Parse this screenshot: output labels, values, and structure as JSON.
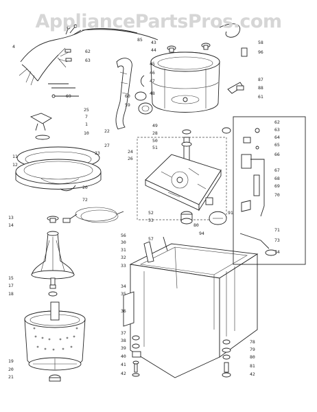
{
  "watermark": "AppliancePartsPros.com",
  "callouts": {
    "l_4": "4",
    "l_62": "62",
    "l_63": "63",
    "l_69": "69",
    "l_25": "25",
    "l_7": "7",
    "l_1": "1",
    "l_10": "10",
    "l_22": "22",
    "l_27": "27",
    "l_23": "23",
    "l_24": "24",
    "l_26": "26",
    "l_11": "11",
    "l_12": "12",
    "l_20b": "20",
    "l_72": "72",
    "l_13": "13",
    "l_14": "14",
    "l_15": "15",
    "l_17": "17",
    "l_18": "18",
    "l_19": "19",
    "l_20": "20",
    "l_21": "21",
    "l_85": "85",
    "l_43": "43",
    "l_44": "44",
    "l_45": "45",
    "l_46": "46",
    "l_47": "47",
    "l_48": "48",
    "l_60": "60",
    "l_59": "59",
    "l_49": "49",
    "l_28": "28",
    "l_50": "50",
    "l_51": "51",
    "l_52": "52",
    "l_53": "53",
    "l_80": "80",
    "l_91": "91",
    "l_94": "94",
    "l_56": "56",
    "l_57": "57",
    "l_30": "30",
    "l_31": "31",
    "l_32": "32",
    "l_33": "33",
    "l_34": "34",
    "l_35": "35",
    "l_36": "36",
    "l_37": "37",
    "l_38": "38",
    "l_39": "39",
    "l_40": "40",
    "l_41": "41",
    "l_42": "42",
    "l_58": "58",
    "l_96": "96",
    "l_87": "87",
    "l_88": "88",
    "l_61": "61",
    "l_62b": "62",
    "l_63b": "63",
    "l_64": "64",
    "l_65": "65",
    "l_66": "66",
    "l_67": "67",
    "l_68": "68",
    "l_69b": "69",
    "l_70": "70",
    "l_71": "71",
    "l_73": "73",
    "l_74": "74",
    "l_78": "78",
    "l_79": "79",
    "l_80b": "80",
    "l_81": "81",
    "l_42b": "42"
  }
}
